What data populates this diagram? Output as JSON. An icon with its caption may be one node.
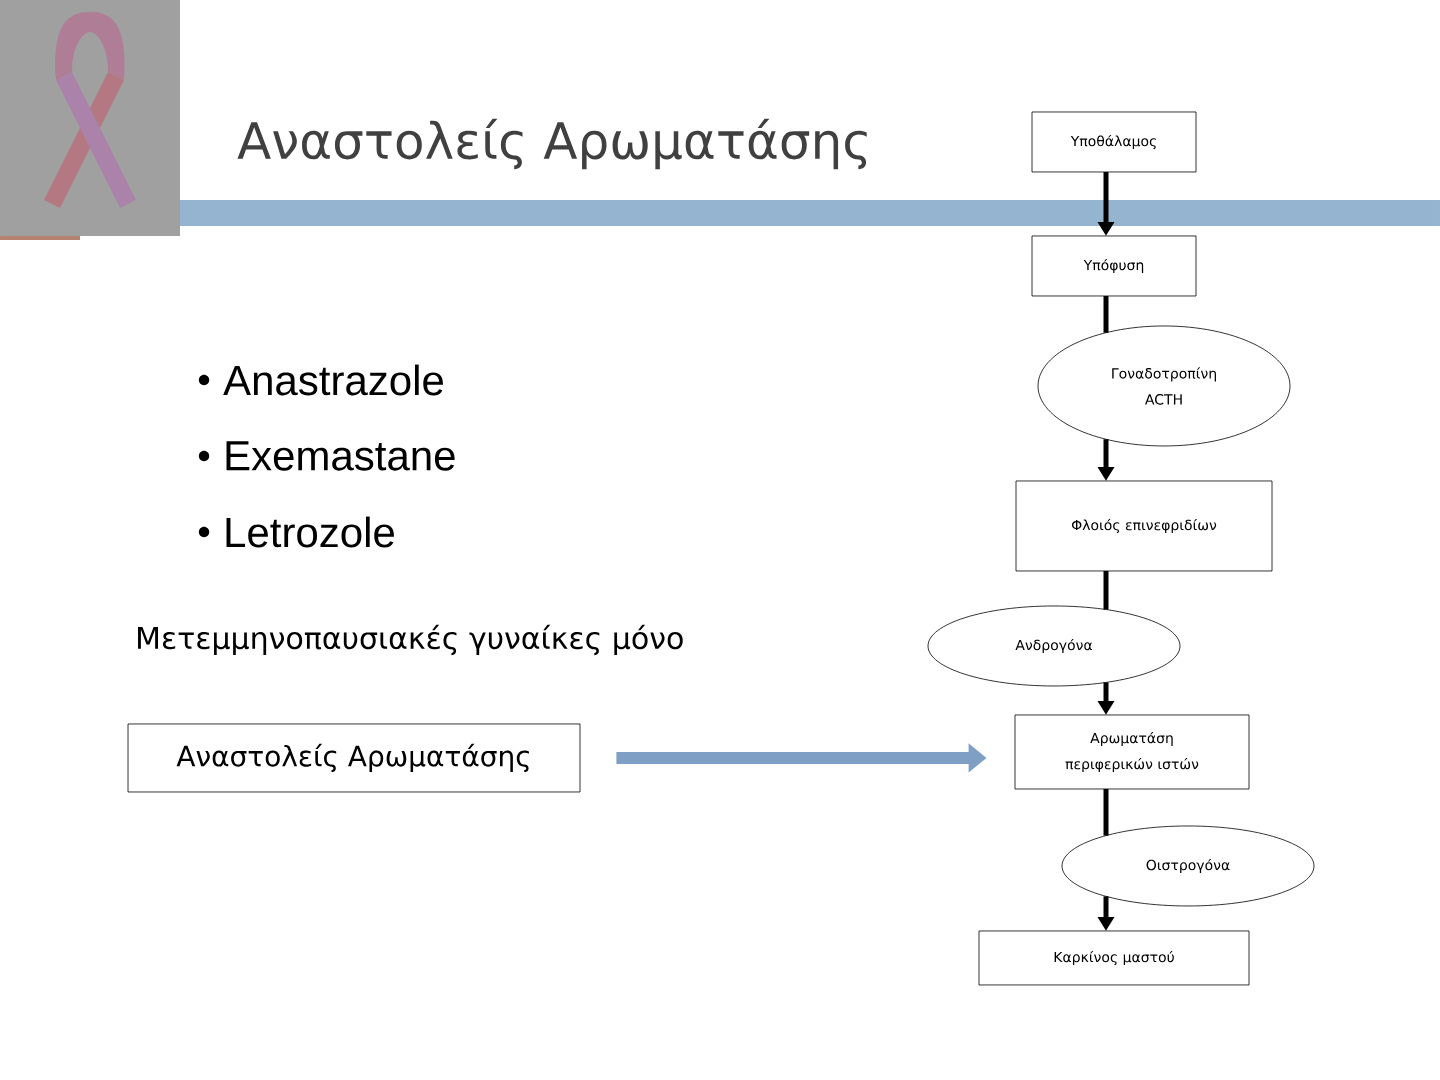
{
  "diagram": {
    "title": "Αναστολείς Αρωματάσης",
    "nodes": [
      {
        "text": [
          "Υποθάλαμος"
        ]
      },
      {
        "text": [
          "Υπόφυση"
        ]
      },
      {
        "text": [
          "Γοναδοτροπίνη",
          "ACTH"
        ]
      },
      {
        "text": [
          "Φλοιός επινεφριδίων"
        ]
      },
      {
        "text": [
          "Ανδρογόνα"
        ]
      },
      {
        "text": [
          "Αρωματάση περιφερικών ιστών"
        ]
      },
      {
        "text": [
          "Οιστρογόνα"
        ]
      },
      {
        "text": [
          "Καρκίνος μαστού"
        ]
      },
      {
        "text": [
          "Αναστολείς Αρωματάσης"
        ]
      }
    ],
    "edges": [
      {
        "from": 0,
        "to": 1,
        "arrow": "to"
      },
      {
        "from": 1,
        "to": 2,
        "arrow": "none"
      },
      {
        "from": 2,
        "to": 3,
        "arrow": "to"
      },
      {
        "from": 3,
        "to": 4,
        "arrow": "none"
      },
      {
        "from": 4,
        "to": 5,
        "arrow": "to"
      },
      {
        "from": 5,
        "to": 6,
        "arrow": "none"
      },
      {
        "from": 6,
        "to": 7,
        "arrow": "to"
      },
      {
        "from": 8,
        "to": 5,
        "arrow": "to",
        "style": "thick",
        "color": "#7f9fc4"
      }
    ],
    "labels": [
      "Anastrazole",
      "Exemastane",
      "Letrozole",
      "Μετεμμηνοπαυσιακές γυναίκες μόνο"
    ]
  }
}
